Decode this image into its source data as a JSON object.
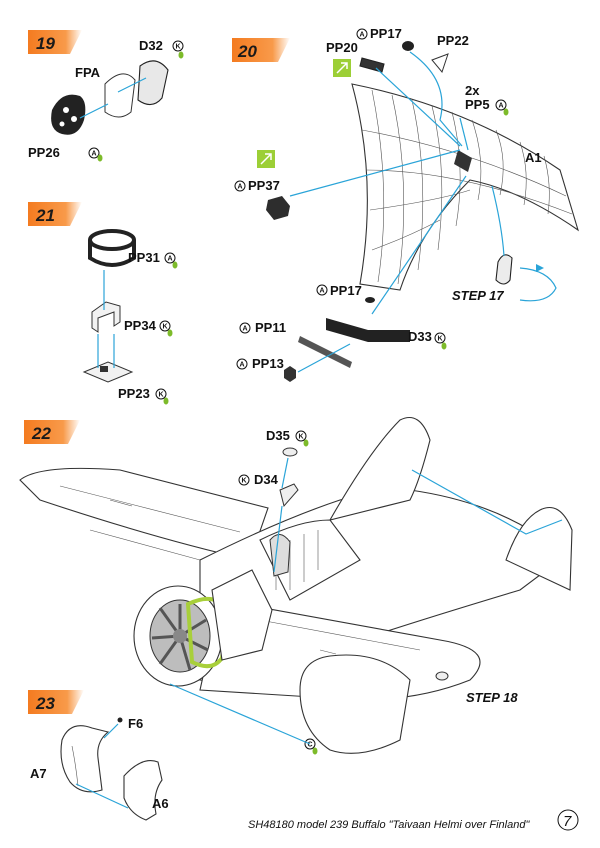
{
  "steps": {
    "s19": {
      "number": "19",
      "parts": {
        "d32": "D32",
        "fpa": "FPA",
        "pp26": "PP26"
      }
    },
    "s20": {
      "number": "20",
      "parts": {
        "pp17": "PP17",
        "pp20": "PP20",
        "pp22": "PP22",
        "qty": "2x",
        "pp5": "PP5",
        "a1": "A1",
        "pp37": "PP37",
        "pp17b": "PP17",
        "pp11": "PP11",
        "pp13": "PP13",
        "d33": "D33"
      },
      "ref": "STEP 17"
    },
    "s21": {
      "number": "21",
      "parts": {
        "pp31": "PP31",
        "pp34": "PP34",
        "pp23": "PP23"
      }
    },
    "s22": {
      "number": "22",
      "parts": {
        "d35": "D35",
        "d34": "D34"
      },
      "ref": "STEP 18"
    },
    "s23": {
      "number": "23",
      "parts": {
        "f6": "F6",
        "a7": "A7",
        "a6": "A6"
      }
    }
  },
  "markers": {
    "a": "A",
    "k": "K",
    "c": "C"
  },
  "footer": {
    "text": "SH48180 model 239 Buffalo \"Taivaan Helmi over Finland\"",
    "page": "7"
  },
  "colors": {
    "banner": "#f47b20",
    "arrow": "#2aa4d8",
    "marker_green": "#7dbb2a",
    "engine_green": "#a8cf3a"
  }
}
